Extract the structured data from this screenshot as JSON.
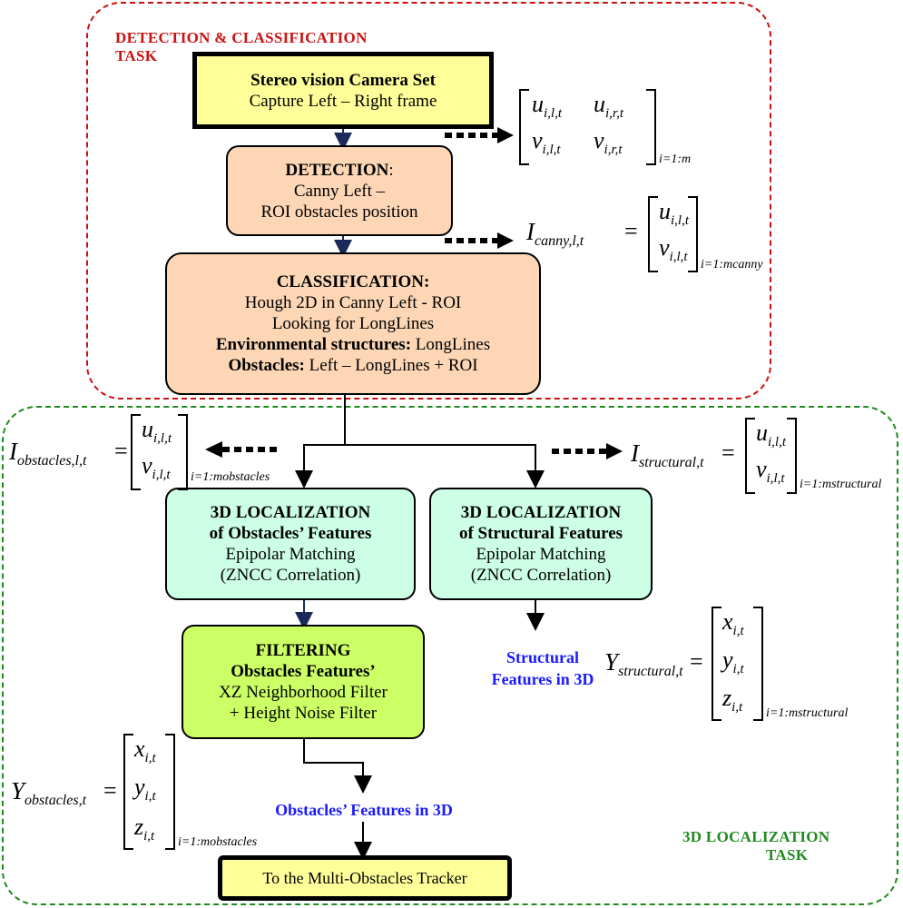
{
  "regions": {
    "detection_task_label_line1": "DETECTION & CLASSIFICATION",
    "detection_task_label_line2": "TASK",
    "localization_task_label_line1": "3D LOCALIZATION",
    "localization_task_label_line2": "TASK"
  },
  "boxes": {
    "camera": {
      "title": "Stereo vision Camera Set",
      "line1": "Capture Left – Right frame"
    },
    "detection": {
      "title": "DETECTION",
      "title_suffix": ":",
      "line1": "Canny Left –",
      "line2": "ROI obstacles position"
    },
    "classification": {
      "title": "CLASSIFICATION:",
      "line1": "Hough 2D in Canny Left - ROI",
      "line2": "Looking for LongLines",
      "line3_bold": "Environmental structures:",
      "line3_rest": " LongLines",
      "line4_bold": "Obstacles:",
      "line4_rest": " Left – LongLines + ROI"
    },
    "loc_obstacles": {
      "title1": "3D LOCALIZATION",
      "title2": "of Obstacles’ Features",
      "line1": "Epipolar Matching",
      "line2": "(ZNCC Correlation)"
    },
    "loc_structural": {
      "title1": "3D LOCALIZATION",
      "title2": "of Structural Features",
      "line1": "Epipolar Matching",
      "line2": "(ZNCC Correlation)"
    },
    "filtering": {
      "title1": "FILTERING",
      "title2": "Obstacles Features’",
      "line1": "XZ Neighborhood Filter",
      "line2": "+ Height Noise Filter"
    },
    "tracker": {
      "label": "To the Multi-Obstacles Tracker"
    }
  },
  "outputs": {
    "structural_line1": "Structural",
    "structural_line2": "Features in 3D",
    "obstacles": "Obstacles’ Features in 3D"
  },
  "equations": {
    "camera_matrix": {
      "r1c1": "u",
      "r1c1_sub": "i,l,t",
      "r1c2": "u",
      "r1c2_sub": "i,r,t",
      "r2c1": "v",
      "r2c1_sub": "i,l,t",
      "r2c2": "v",
      "r2c2_sub": "i,r,t",
      "subscript": "i=1:m"
    },
    "canny": {
      "lhs": "I",
      "lhs_sub": "canny,l,t",
      "eq": "=",
      "r1": "u",
      "r1_sub": "i,l,t",
      "r2": "v",
      "r2_sub": "i,l,t",
      "subscript": "i=1:mcanny"
    },
    "obstacles_img": {
      "lhs": "I",
      "lhs_sub": "obstacles,l,t",
      "eq": "=",
      "r1": "u",
      "r1_sub": "i,l,t",
      "r2": "v",
      "r2_sub": "i,l,t",
      "subscript": "i=1:mobstacles"
    },
    "structural_img": {
      "lhs": "I",
      "lhs_sub": "structural,t",
      "eq": "=",
      "r1": "u",
      "r1_sub": "i,l,t",
      "r2": "v",
      "r2_sub": "i,l,t",
      "subscript": "i=1:mstructural"
    },
    "structural_3d": {
      "lhs": "Y",
      "lhs_sub": "structural,t",
      "eq": "=",
      "r1": "x",
      "r1_sub": "i,t",
      "r2": "y",
      "r2_sub": "i,t",
      "r3": "z",
      "r3_sub": "i,t",
      "subscript": "i=1:mstructural"
    },
    "obstacles_3d": {
      "lhs": "Y",
      "lhs_sub": "obstacles,t",
      "eq": "=",
      "r1": "x",
      "r1_sub": "i,t",
      "r2": "y",
      "r2_sub": "i,t",
      "r3": "z",
      "r3_sub": "i,t",
      "subscript": "i=1:mobstacles"
    }
  },
  "colors": {
    "detection_region": "#cc1111",
    "localization_region": "#1f8a1f",
    "output_text": "#1a1aff",
    "camera_fill": "#ffff99",
    "detection_fill": "#fcd6b5",
    "localization_fill": "#ccffe6",
    "filtering_fill": "#ccff66"
  }
}
